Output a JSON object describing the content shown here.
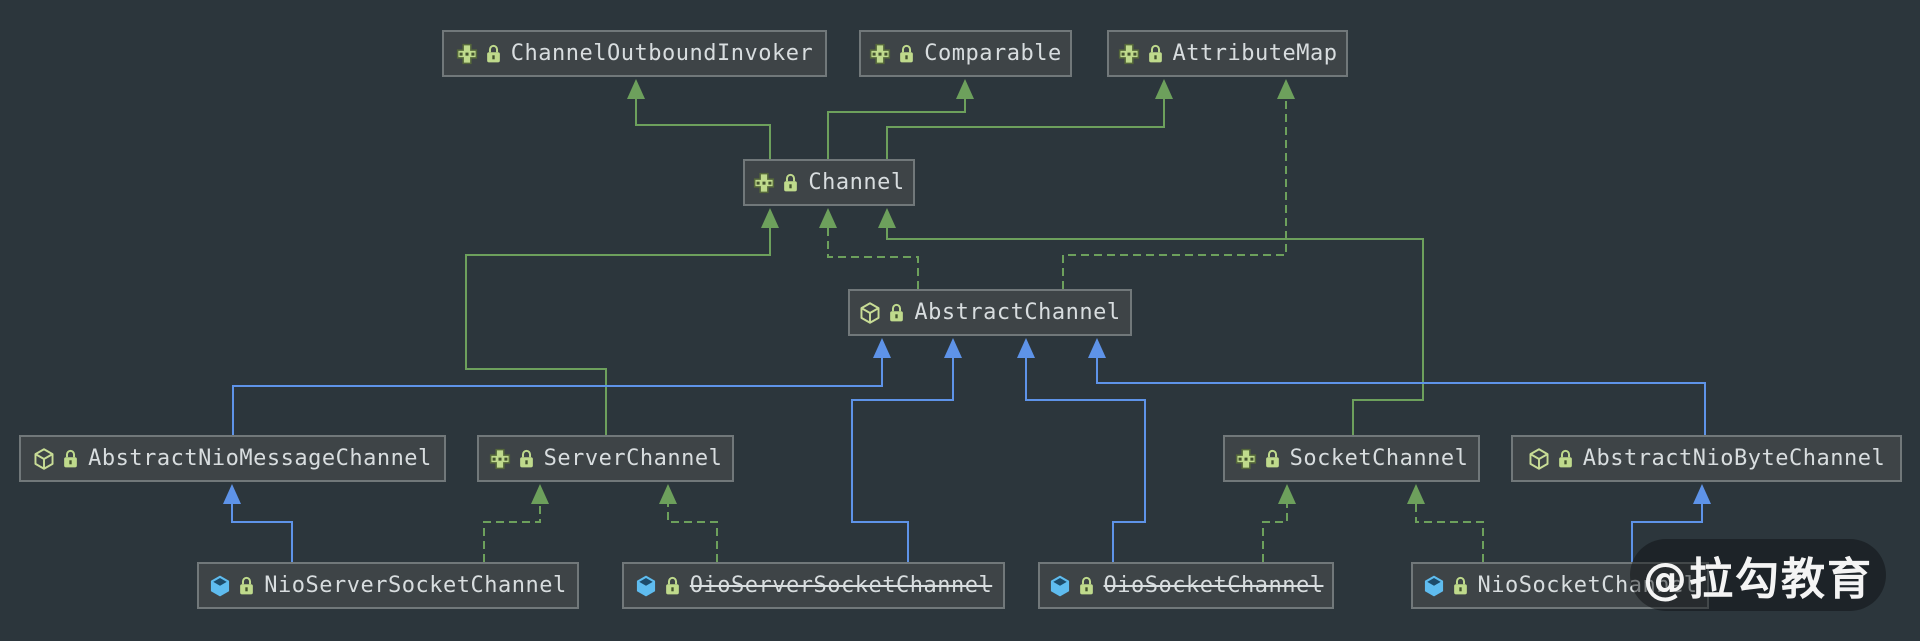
{
  "colors": {
    "background": "#2C363C",
    "node_fill": "#3E4447",
    "node_border": "#71787A",
    "label_text": "#D8DDDF",
    "edge_green": "#6DA05C",
    "edge_blue": "#5E93E8",
    "icon_green": "#BFDA8C",
    "icon_blue": "#5FBCEF"
  },
  "watermark": {
    "text": "@拉勾教育"
  },
  "diagram": {
    "nodes": [
      {
        "label": "ChannelOutboundInvoker",
        "kind": "interface"
      },
      {
        "label": "Comparable",
        "kind": "interface"
      },
      {
        "label": "AttributeMap",
        "kind": "interface"
      },
      {
        "label": "Channel",
        "kind": "interface"
      },
      {
        "label": "AbstractChannel",
        "kind": "abstract-class"
      },
      {
        "label": "AbstractNioMessageChannel",
        "kind": "abstract-class"
      },
      {
        "label": "ServerChannel",
        "kind": "interface"
      },
      {
        "label": "SocketChannel",
        "kind": "interface"
      },
      {
        "label": "AbstractNioByteChannel",
        "kind": "abstract-class"
      },
      {
        "label": "NioServerSocketChannel",
        "kind": "class"
      },
      {
        "label": "OioServerSocketChannel",
        "kind": "class",
        "deprecated": true
      },
      {
        "label": "OioSocketChannel",
        "kind": "class",
        "deprecated": true
      },
      {
        "label": "NioSocketChannel",
        "kind": "class"
      }
    ],
    "edges": [
      {
        "from": "Channel",
        "to": "ChannelOutboundInvoker",
        "type": "extends",
        "color": "green"
      },
      {
        "from": "Channel",
        "to": "Comparable",
        "type": "extends",
        "color": "green"
      },
      {
        "from": "Channel",
        "to": "AttributeMap",
        "type": "extends",
        "color": "green"
      },
      {
        "from": "ServerChannel",
        "to": "Channel",
        "type": "extends",
        "color": "green"
      },
      {
        "from": "SocketChannel",
        "to": "Channel",
        "type": "extends",
        "color": "green"
      },
      {
        "from": "AbstractChannel",
        "to": "Channel",
        "type": "implements",
        "color": "green"
      },
      {
        "from": "AbstractChannel",
        "to": "AttributeMap",
        "type": "implements",
        "color": "green"
      },
      {
        "from": "NioServerSocketChannel",
        "to": "ServerChannel",
        "type": "implements",
        "color": "green"
      },
      {
        "from": "OioServerSocketChannel",
        "to": "ServerChannel",
        "type": "implements",
        "color": "green"
      },
      {
        "from": "OioSocketChannel",
        "to": "SocketChannel",
        "type": "implements",
        "color": "green"
      },
      {
        "from": "NioSocketChannel",
        "to": "SocketChannel",
        "type": "implements",
        "color": "green"
      },
      {
        "from": "AbstractNioMessageChannel",
        "to": "AbstractChannel",
        "type": "extends",
        "color": "blue"
      },
      {
        "from": "AbstractNioByteChannel",
        "to": "AbstractChannel",
        "type": "extends",
        "color": "blue"
      },
      {
        "from": "OioServerSocketChannel",
        "to": "AbstractChannel",
        "type": "extends",
        "color": "blue"
      },
      {
        "from": "OioSocketChannel",
        "to": "AbstractChannel",
        "type": "extends",
        "color": "blue"
      },
      {
        "from": "NioServerSocketChannel",
        "to": "AbstractNioMessageChannel",
        "type": "extends",
        "color": "blue"
      },
      {
        "from": "NioSocketChannel",
        "to": "AbstractNioByteChannel",
        "type": "extends",
        "color": "blue"
      }
    ]
  }
}
